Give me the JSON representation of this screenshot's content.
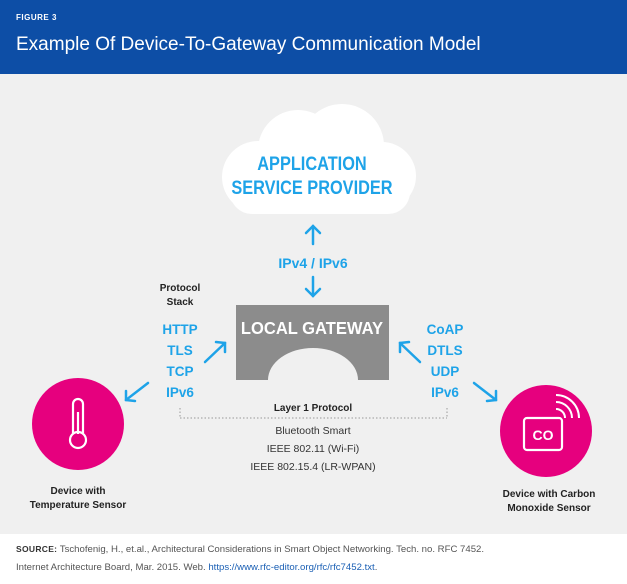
{
  "figure_label": "FIGURE 3",
  "title": "Example Of Device-To-Gateway Communication Model",
  "cloud": {
    "line1": "APPLICATION",
    "line2": "SERVICE PROVIDER"
  },
  "cloud_link": "IPv4 / IPv6",
  "gateway": "LOCAL GATEWAY",
  "protocol_stack": {
    "heading1": "Protocol",
    "heading2": "Stack",
    "items": [
      "HTTP",
      "TLS",
      "TCP",
      "IPv6"
    ]
  },
  "right_stack": {
    "items": [
      "CoAP",
      "DTLS",
      "UDP",
      "IPv6"
    ]
  },
  "layer1": {
    "heading": "Layer 1 Protocol",
    "items": [
      "Bluetooth Smart",
      "IEEE 802.11 (Wi-Fi)",
      "IEEE 802.15.4 (LR-WPAN)"
    ]
  },
  "device_left": {
    "line1": "Device with",
    "line2": "Temperature Sensor"
  },
  "device_right": {
    "line1": "Device with Carbon",
    "line2": "Monoxide Sensor",
    "icon_text": "CO"
  },
  "footer": {
    "source_label": "SOURCE:",
    "source_text": " Tschofenig, H., et.al., Architectural Considerations in Smart Object Networking. Tech. no. RFC 7452.",
    "line2": "Internet Architecture Board, Mar. 2015. Web. ",
    "url": "https://www.rfc-editor.org/rfc/rfc7452.txt",
    "url_end": "."
  },
  "colors": {
    "header": "#0d4ea6",
    "accent": "#1ea3e8",
    "sensor": "#e6007e",
    "gateway": "#8c8c8c",
    "panel": "#f0f0f0"
  },
  "icons": [
    "thermometer-icon",
    "co-sensor-icon",
    "cloud-icon",
    "arrow-icon"
  ]
}
